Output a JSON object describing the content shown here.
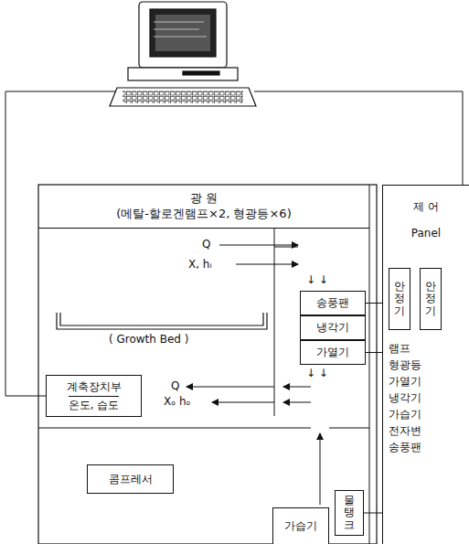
{
  "diagram": {
    "nodes": [
      {
        "text": [
          "광 원",
          "(메탈-할로겐램프×2, 형광등×6)"
        ]
      },
      {
        "text": [
          "송풍팬"
        ]
      },
      {
        "text": [
          "냉각기"
        ]
      },
      {
        "text": [
          "가열기"
        ]
      },
      {
        "text": [
          "계축장치부",
          "온도, 습도"
        ]
      },
      {
        "text": [
          "콤프레서"
        ]
      },
      {
        "text": [
          "가습기"
        ]
      },
      {
        "text": [
          "물탱크"
        ]
      },
      {
        "text": [
          "제 어",
          "Panel"
        ]
      },
      {
        "text": [
          "안정기"
        ],
        "in": 8
      },
      {
        "text": [
          "안정기"
        ],
        "in": 8
      }
    ],
    "edges": [
      {
        "from": 1,
        "to": 8,
        "arrow": "none"
      },
      {
        "from": 3,
        "to": 8,
        "arrow": "none"
      },
      {
        "from": 7,
        "to": 8,
        "arrow": "none"
      }
    ],
    "labels": [
      "Q",
      "X, hᵢ",
      "↓ ↓",
      "( Growth Bed )",
      "Q",
      "Xₒ hₒ",
      "↓ ↓",
      "램프",
      "형광등",
      "가열기",
      "냉각기",
      "가습기",
      "전자변",
      "송풍팬"
    ]
  }
}
